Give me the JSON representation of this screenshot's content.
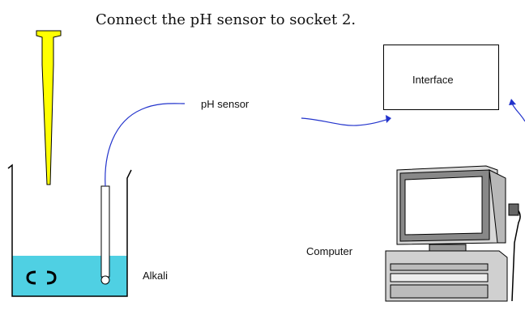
{
  "instruction": "Connect the pH sensor to socket 2.",
  "labels": {
    "ph_sensor": "pH sensor",
    "interface": "Interface",
    "computer": "Computer",
    "alkali": "Alkali"
  },
  "colors": {
    "burette": "#ffff00",
    "liquid": "#4fd0e3",
    "cable": "#2233cc",
    "outline": "#000000"
  }
}
